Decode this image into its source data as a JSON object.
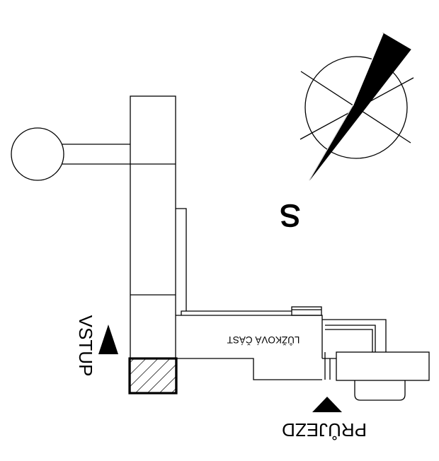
{
  "labels": {
    "entrance": "VSTUP",
    "driveway": "PRŮJEZD",
    "bed_section": "LŮŽKOVÁ ČÁST",
    "north": "S"
  },
  "colors": {
    "ink": "#000000",
    "background": "#ffffff"
  },
  "icons": {
    "north_arrow": "compass-needle-icon",
    "entrance_marker": "triangle-icon",
    "driveway_marker": "triangle-icon"
  }
}
